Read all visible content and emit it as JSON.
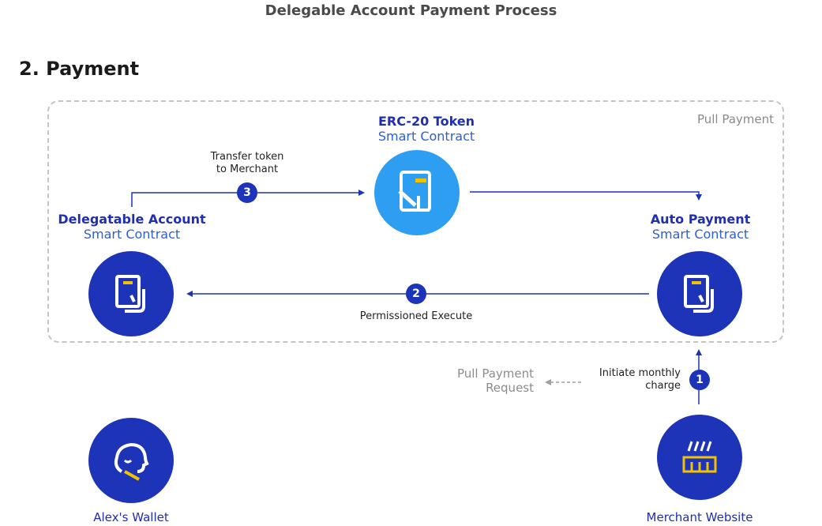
{
  "header": {
    "title": "Delegable Account Payment Process",
    "section": "2. Payment"
  },
  "box": {
    "label": "Pull Payment"
  },
  "nodes": {
    "erc20": {
      "title": "ERC-20 Token",
      "subtitle": "Smart Contract",
      "icon": "document-icon"
    },
    "delegatable": {
      "title": "Delegatable Account",
      "subtitle": "Smart Contract",
      "icon": "document-icon"
    },
    "auto_payment": {
      "title": "Auto Payment",
      "subtitle": "Smart Contract",
      "icon": "document-icon"
    },
    "wallet": {
      "caption": "Alex's Wallet",
      "icon": "head-icon"
    },
    "merchant": {
      "caption": "Merchant Website",
      "icon": "factory-icon"
    }
  },
  "steps": {
    "s1": {
      "num": "1",
      "label_line1": "Initiate monthly",
      "label_line2": "charge"
    },
    "s2": {
      "num": "2",
      "label": "Permissioned Execute"
    },
    "s3": {
      "num": "3",
      "label_line1": "Transfer token",
      "label_line2": "to Merchant"
    }
  },
  "request": {
    "line1": "Pull Payment",
    "line2": "Request"
  },
  "colors": {
    "navy": "#1d33b8",
    "sky": "#2d9ef2",
    "accent": "#f2c200",
    "grey": "#8c8c8c"
  }
}
